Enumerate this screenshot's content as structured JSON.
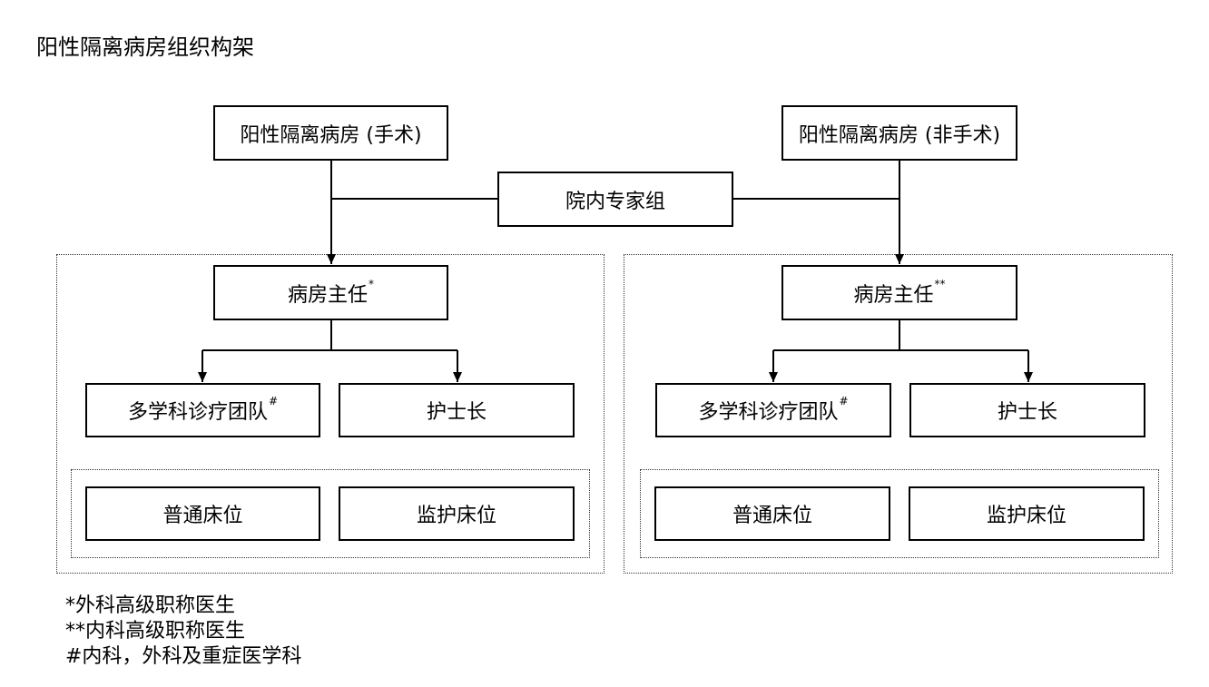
{
  "title": "阳性隔离病房组织构架",
  "top_nodes": {
    "left_ward": "阳性隔离病房 (手术)",
    "right_ward": "阳性隔离病房 (非手术)",
    "expert_group": "院内专家组"
  },
  "left_unit": {
    "director": "病房主任",
    "director_mark": "*",
    "mdt": "多学科诊疗团队",
    "mdt_mark": "#",
    "head_nurse": "护士长",
    "general_beds": "普通床位",
    "monitor_beds": "监护床位"
  },
  "right_unit": {
    "director": "病房主任",
    "director_mark": "**",
    "mdt": "多学科诊疗团队",
    "mdt_mark": "#",
    "head_nurse": "护士长",
    "general_beds": "普通床位",
    "monitor_beds": "监护床位"
  },
  "notes": [
    "*外科高级职称医生",
    "**内科高级职称医生",
    "#内科，外科及重症医学科"
  ]
}
